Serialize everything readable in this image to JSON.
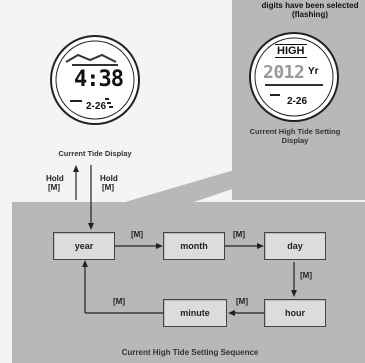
{
  "callout": {
    "note": "digits have been selected (flashing)"
  },
  "watch_left": {
    "time": "4:38",
    "date": "2-26",
    "caption": "Current Tide Display"
  },
  "watch_right": {
    "tag": "HIGH",
    "year_digits": "2012",
    "year_unit": "Yr",
    "date": "2-26",
    "caption": "Current High Tide Setting Display"
  },
  "hold_up": {
    "word": "Hold",
    "key": "[M]"
  },
  "hold_down": {
    "word": "Hold",
    "key": "[M]"
  },
  "sequence": {
    "steps": [
      "year",
      "month",
      "day",
      "hour",
      "minute"
    ],
    "transition_label": "[M]",
    "caption": "Current High Tide Setting Sequence"
  }
}
